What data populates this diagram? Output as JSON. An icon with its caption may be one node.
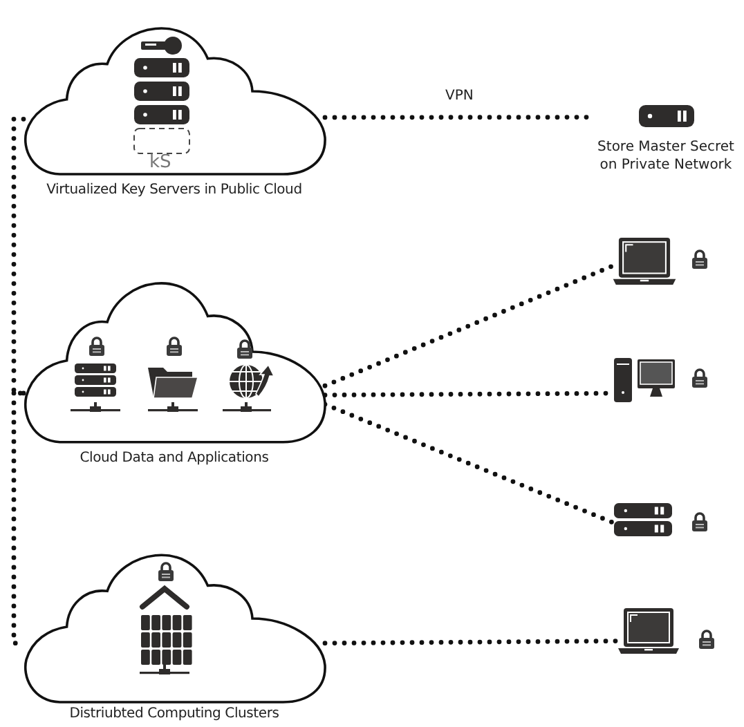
{
  "diagram": {
    "nodes": [
      {
        "text": [
          "Virtualized Key Servers in Public Cloud"
        ]
      },
      {
        "text": [
          "Store Master Secret on Private Network"
        ]
      },
      {
        "text": [
          "Cloud Data and Applications"
        ]
      },
      {
        "text": [],
        "shape": "picture"
      },
      {
        "text": [],
        "shape": "picture"
      },
      {
        "text": [],
        "shape": "picture"
      },
      {
        "text": [
          "Distriubted Computing Clusters"
        ]
      },
      {
        "text": [],
        "shape": "picture"
      }
    ],
    "edges": [
      {
        "from": 0,
        "to": 1,
        "arrow": "none",
        "label": "VPN"
      },
      {
        "from": 0,
        "to": 2,
        "arrow": "none"
      },
      {
        "from": 2,
        "to": 6,
        "arrow": "none"
      },
      {
        "from": 2,
        "to": 3,
        "arrow": "none"
      },
      {
        "from": 2,
        "to": 4,
        "arrow": "none"
      },
      {
        "from": 2,
        "to": 5,
        "arrow": "none"
      },
      {
        "from": 6,
        "to": 7,
        "arrow": "none"
      }
    ],
    "labels": [
      "kS"
    ]
  }
}
